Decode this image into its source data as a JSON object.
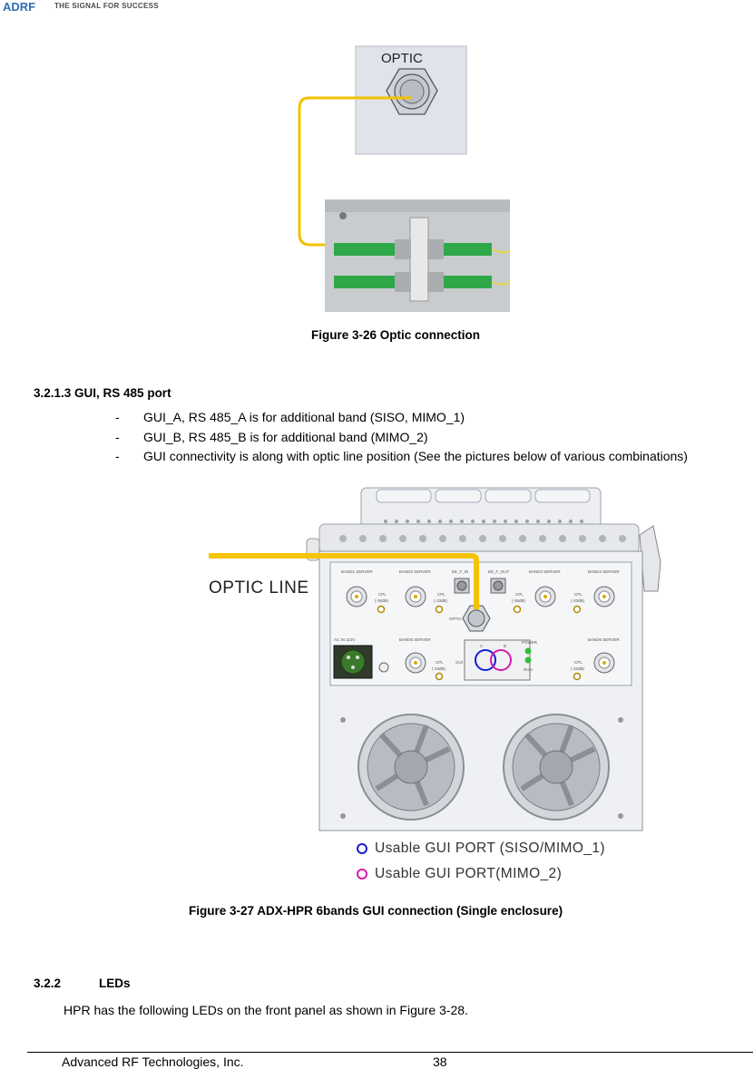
{
  "header": {
    "logo_text": "THE SIGNAL FOR SUCCESS"
  },
  "figure1": {
    "panel_label": "OPTIC",
    "caption": "Figure 3-26   Optic connection"
  },
  "section_gui": {
    "heading": "3.2.1.3   GUI, RS 485 port",
    "bullets": [
      "GUI_A, RS 485_A is for additional band (SISO, MIMO_1)",
      "GUI_B, RS 485_B  is for additional band (MIMO_2)",
      "GUI connectivity is along with optic line position (See the pictures below of various combinations)"
    ]
  },
  "figure2": {
    "optic_line_label": "OPTIC LINE",
    "panel_labels": {
      "band1": "BAND1 SERVER",
      "band2": "BAND2 SERVER",
      "ee_f_in": "EE_F_IN",
      "ee_f_out": "EE_F_OUT",
      "band3": "BAND3 SERVER",
      "band4": "BAND4 SERVER",
      "cpl_36": "CPL (-36dB)",
      "cpl_33": "CPL (-33dB)",
      "optic": "OPTIC",
      "ac_in": "AC IN 110V",
      "band5": "BAND5 SERVER",
      "band6": "BAND6 SERVER",
      "gui": "GUI",
      "gui_a": "A",
      "gui_b": "B",
      "power": "POWER",
      "run": "RUN"
    },
    "legend": [
      {
        "text": "Usable GUI PORT (SISO/MIMO_1)",
        "color": "#1a1ad6"
      },
      {
        "text": "Usable GUI PORT(MIMO_2)",
        "color": "#d61aa8"
      }
    ],
    "caption": "Figure 3-27   ADX-HPR 6bands GUI connection (Single enclosure)"
  },
  "section_leds": {
    "heading_num": "3.2.2",
    "heading_title": "LEDs",
    "text": "HPR has the following LEDs on the front panel as shown in Figure 3-28."
  },
  "footer": {
    "company": "Advanced RF Technologies, Inc.",
    "page": "38"
  },
  "colors": {
    "optic_cable": "#f2c200",
    "gui_a": "#1a1ad6",
    "gui_b": "#d61aa8",
    "fiber_green": "#2fa84a"
  }
}
